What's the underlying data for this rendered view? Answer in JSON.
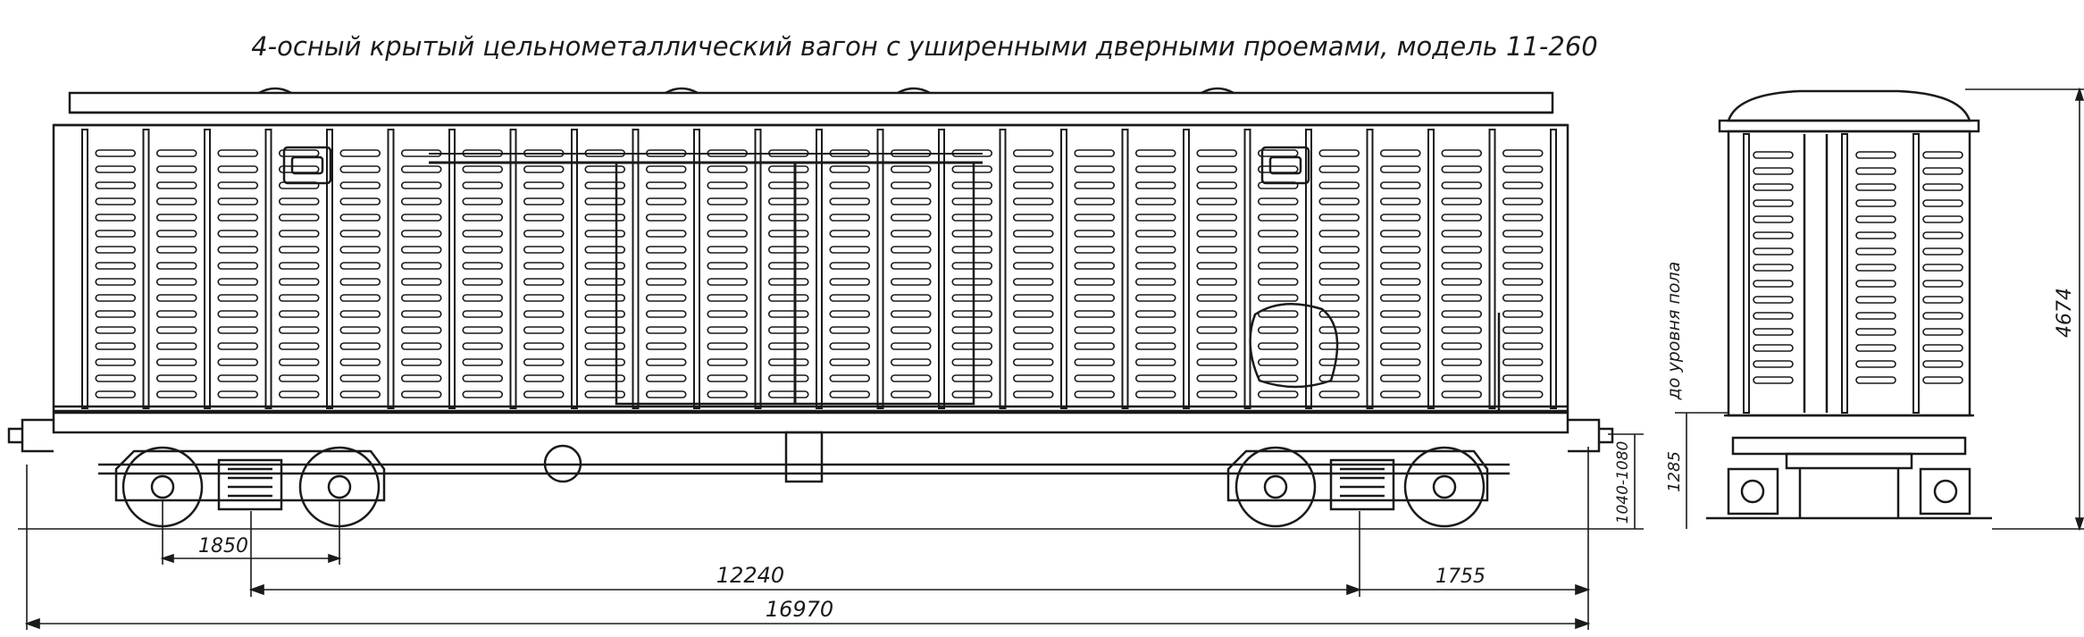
{
  "title": "4-осный  крытый  цельнометаллический  вагон с уширенными дверными проемами,  модель 11-260",
  "dimensions": {
    "bogie_base": "1850",
    "bogie_centers": "12240",
    "overhang": "1755",
    "total_length": "16970",
    "coupler_height": "1040-1080",
    "floor_height": "1285",
    "total_height": "4674",
    "height_note": "до уровня пола"
  }
}
